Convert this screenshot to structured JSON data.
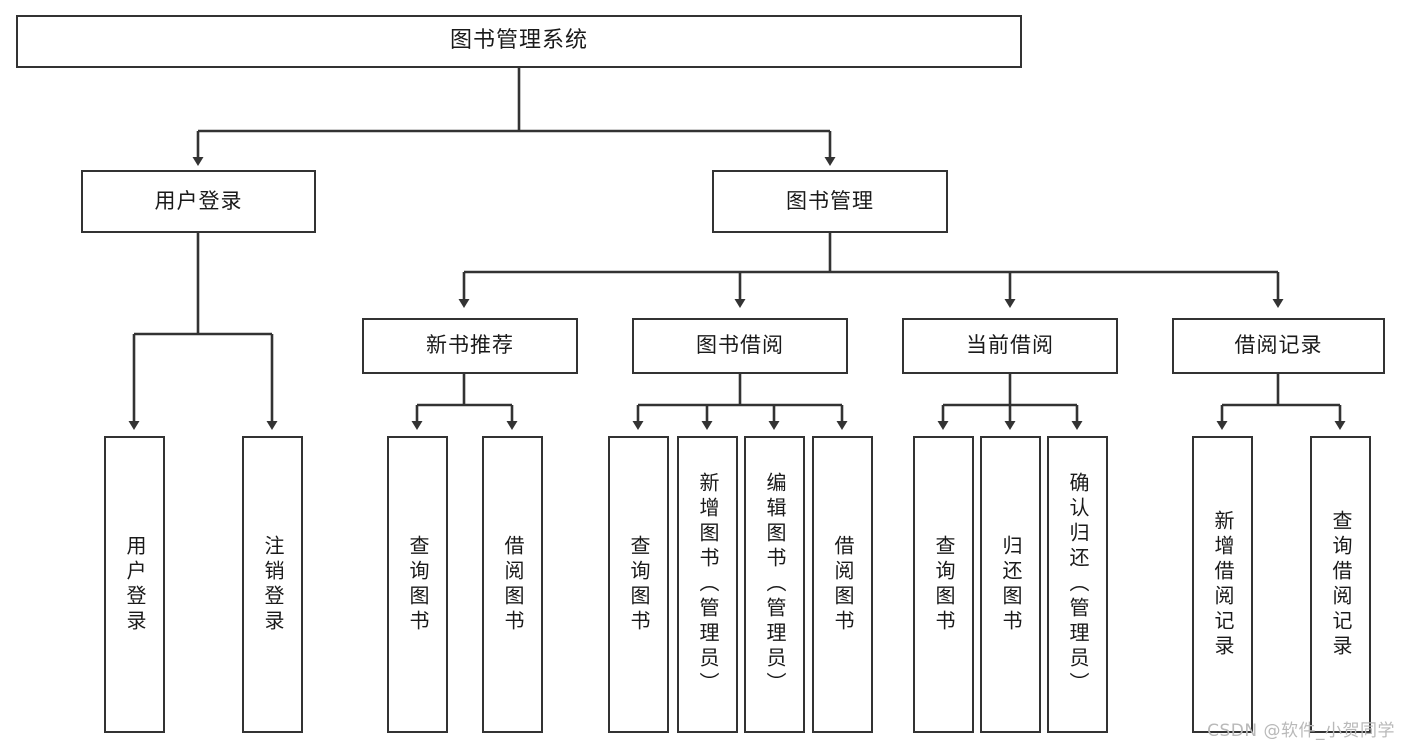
{
  "diagram": {
    "title": "图书管理系统",
    "type": "hierarchy-tree",
    "colors": {
      "box_border": "#333333",
      "box_fill": "#ffffff",
      "line": "#333333",
      "text": "#1a1a1a",
      "watermark": "#b9b9b9",
      "background": "#ffffff"
    },
    "root": {
      "label": "图书管理系统"
    },
    "level2": [
      {
        "label": "用户登录"
      },
      {
        "label": "图书管理"
      }
    ],
    "level3": [
      {
        "label": "新书推荐"
      },
      {
        "label": "图书借阅"
      },
      {
        "label": "当前借阅"
      },
      {
        "label": "借阅记录"
      }
    ],
    "leaves": {
      "user_login": [
        {
          "label": "用户登录"
        },
        {
          "label": "注销登录"
        }
      ],
      "new_book_recommend": [
        {
          "label": "查询图书"
        },
        {
          "label": "借阅图书"
        }
      ],
      "book_borrow": [
        {
          "label": "查询图书"
        },
        {
          "label": "新增图书（管理员）"
        },
        {
          "label": "编辑图书（管理员）"
        },
        {
          "label": "借阅图书"
        }
      ],
      "current_borrow": [
        {
          "label": "查询图书"
        },
        {
          "label": "归还图书"
        },
        {
          "label": "确认归还（管理员）"
        }
      ],
      "borrow_record": [
        {
          "label": "新增借阅记录"
        },
        {
          "label": "查询借阅记录"
        }
      ]
    }
  },
  "watermark": {
    "text": "CSDN @软件_小贺同学"
  }
}
